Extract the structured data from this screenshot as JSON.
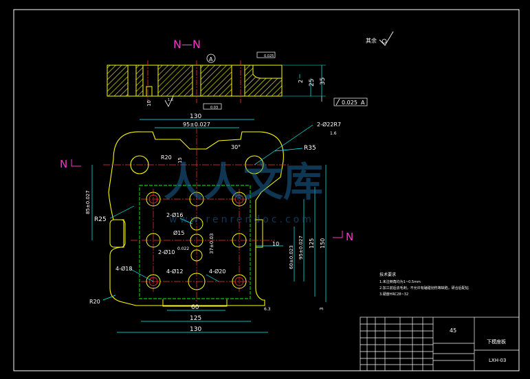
{
  "section_label": "N—N",
  "datum_label": "A",
  "roughness_others": "其余",
  "roughness_value_top": "1.6",
  "roughness_value_hole": "1.6",
  "roughness_value_bottom": "6.3",
  "flatness_tol": "0.025",
  "perp_tol": "0.03",
  "parallel_tol": "0.025",
  "parallel_datum": "A",
  "view_label": "N",
  "dims": {
    "w130_top": "130",
    "d95_top": "95±0.027",
    "d2_r7": "2-Ø22R7",
    "r35": "R35",
    "r20_top": "R20",
    "d15_small": "15",
    "ang30": "30°",
    "r25": "R25",
    "d85": "85±0.027",
    "d2_16": "2-Ø16",
    "d15": "Ø15",
    "d022": "0.022",
    "d37": "37±0.03",
    "d2_10": "2-Ø10",
    "d4_18": "4-Ø18",
    "d4_12": "4-Ø12",
    "d4_20": "4-Ø20",
    "r20_bottom": "R20",
    "d60_bottom": "60",
    "d125_bottom": "125",
    "d130_bottom": "130",
    "d10_right": "10",
    "d60_right": "60±0.023",
    "d95_right": "95±0.027",
    "d125_right": "125",
    "d150_right": "150",
    "d3_right": "3",
    "sec_2": "2",
    "sec_25": "25",
    "sec_35": "35",
    "sec_10": "10"
  },
  "notes": {
    "title": "技术要求",
    "line1": "1.未注倒角均为1~0.5mm",
    "line2": "2.加工前后去毛刺，不允许有磕碰划伤等缺陷，研合后配钻",
    "line3": "3.硬度HRC28~32"
  },
  "title_block": {
    "material": "45",
    "part_name": "下模座板",
    "drawing_no": "LXH-03"
  },
  "watermark": {
    "main": "人人文库",
    "url": "www.renrendoc.com"
  }
}
